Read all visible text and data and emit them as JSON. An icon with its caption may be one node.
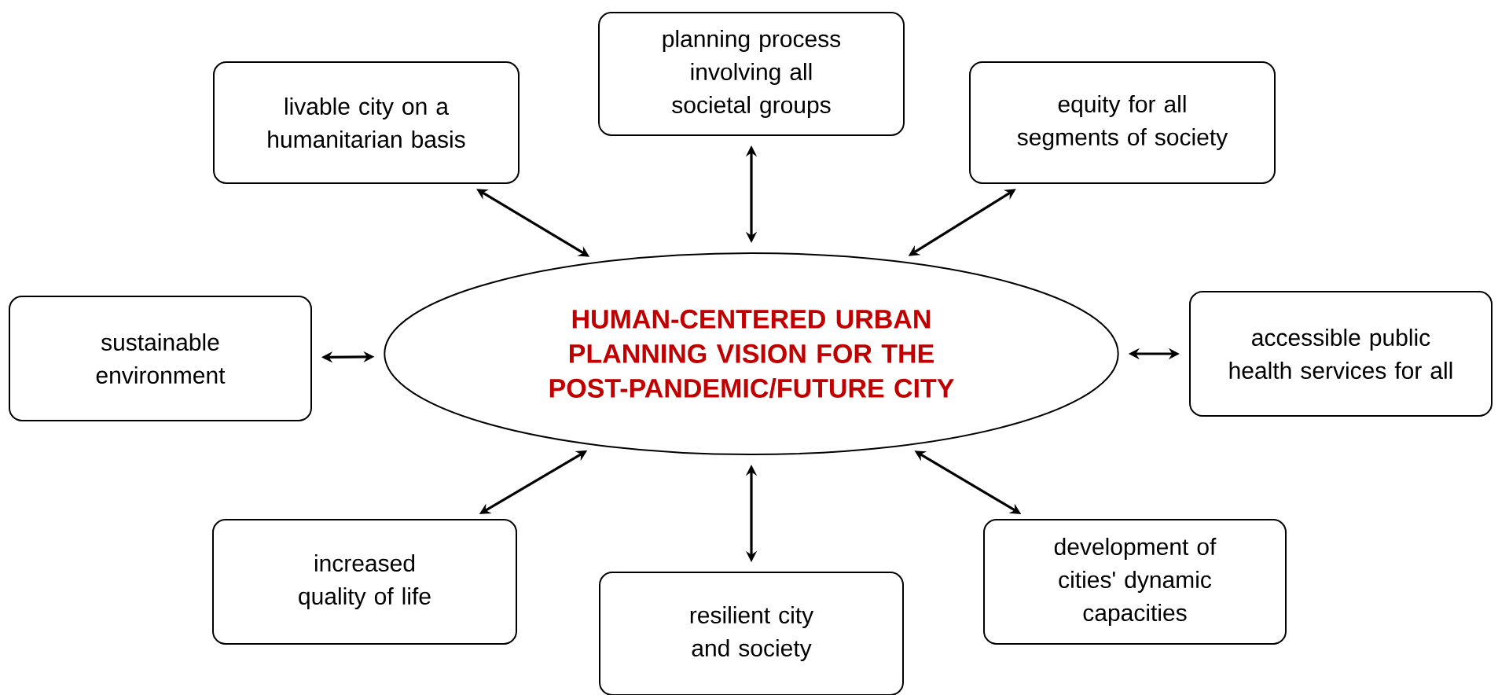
{
  "diagram": {
    "nodes": [
      {
        "text": [
          "HUMAN-CENTERED URBAN PLANNING VISION FOR THE POST-PANDEMIC/FUTURE CITY"
        ]
      },
      {
        "text": [
          "livable city on a humanitarian basis"
        ]
      },
      {
        "text": [
          "planning process involving all societal groups"
        ]
      },
      {
        "text": [
          "equity for all segments of society"
        ]
      },
      {
        "text": [
          "sustainable environment"
        ]
      },
      {
        "text": [
          "accessible public health services for all"
        ]
      },
      {
        "text": [
          "increased quality of life"
        ]
      },
      {
        "text": [
          "resilient city and society"
        ]
      },
      {
        "text": [
          "development of cities' dynamic capacities"
        ]
      }
    ],
    "edges": [
      {
        "from": 0,
        "to": 1,
        "arrow": "both"
      },
      {
        "from": 0,
        "to": 2,
        "arrow": "both"
      },
      {
        "from": 0,
        "to": 3,
        "arrow": "both"
      },
      {
        "from": 0,
        "to": 4,
        "arrow": "both"
      },
      {
        "from": 0,
        "to": 5,
        "arrow": "both"
      },
      {
        "from": 0,
        "to": 6,
        "arrow": "both"
      },
      {
        "from": 0,
        "to": 7,
        "arrow": "both"
      },
      {
        "from": 0,
        "to": 8,
        "arrow": "both"
      }
    ]
  }
}
